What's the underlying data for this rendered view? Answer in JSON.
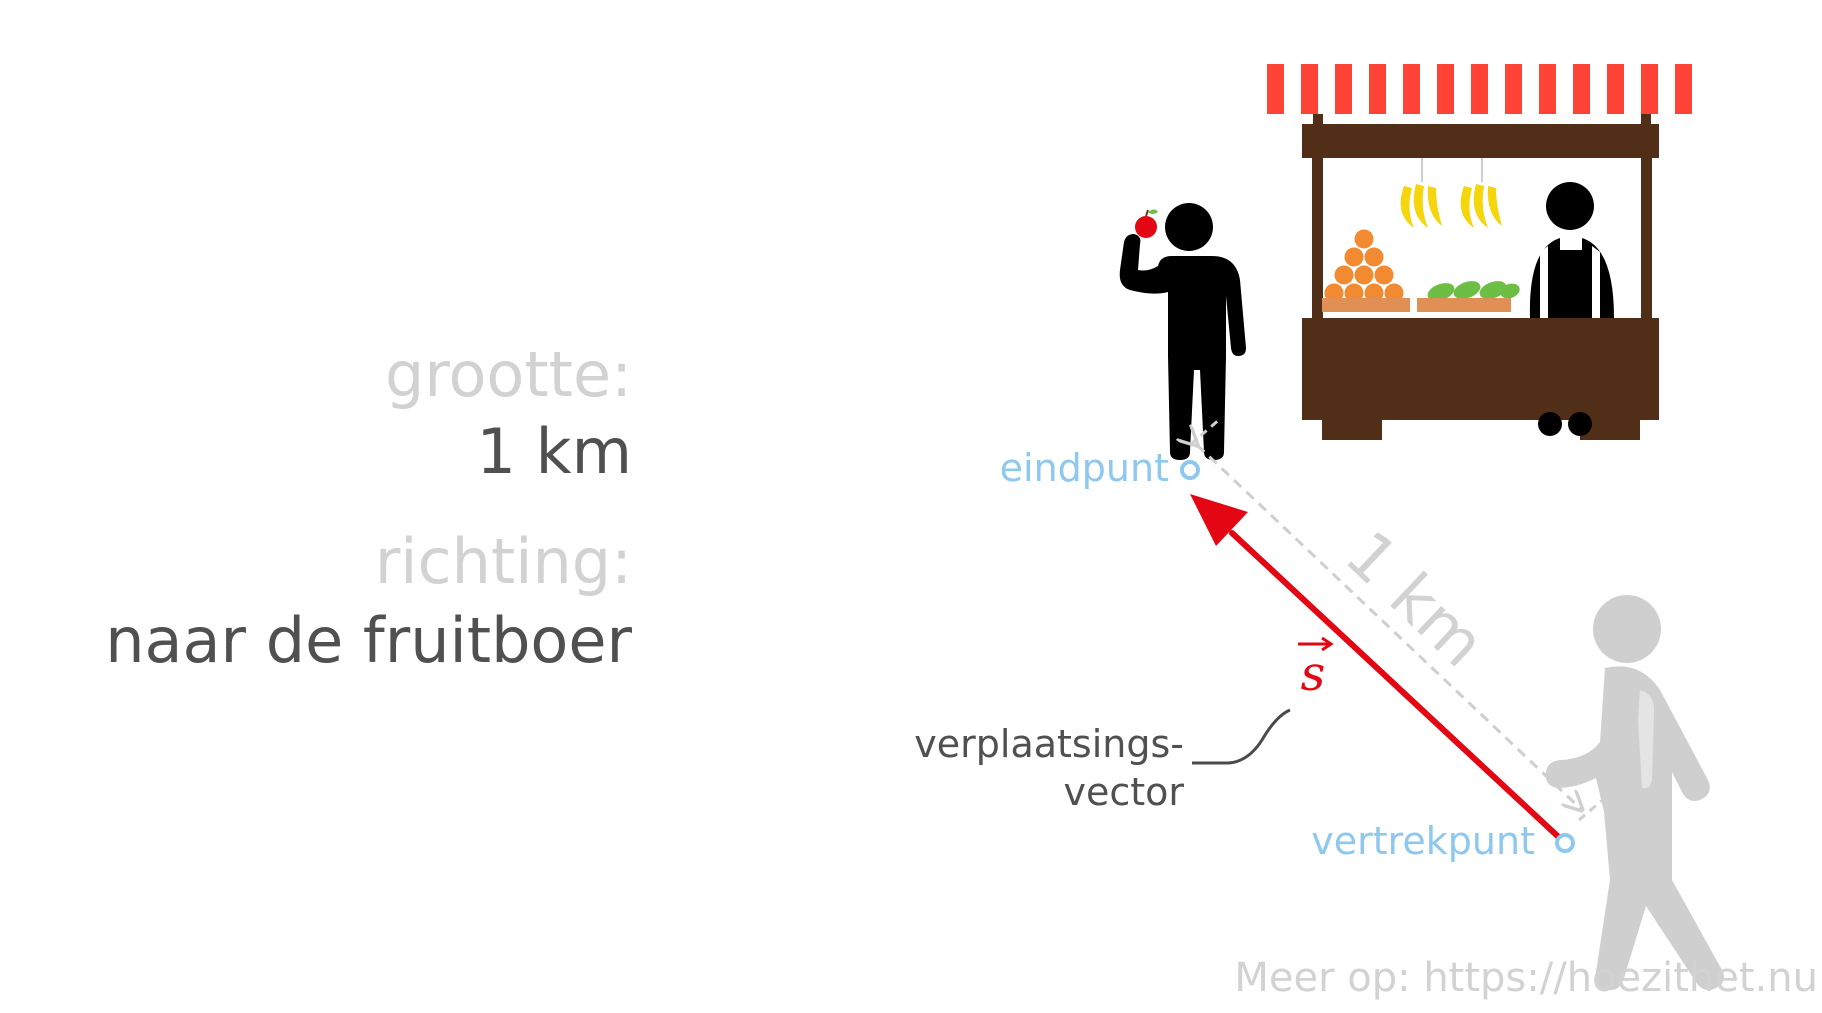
{
  "left_panel": {
    "magnitude_label": "grootte:",
    "magnitude_value": "1 km",
    "direction_label": "richting:",
    "direction_value": "naar de fruitboer"
  },
  "diagram": {
    "end_point_label": "eindpunt",
    "start_point_label": "vertrekpunt",
    "distance_label": "1 km",
    "vector_symbol": "s",
    "vector_name_line1": "verplaatsings-",
    "vector_name_line2": "vector"
  },
  "footer": {
    "credit": "Meer op: https://hoezithet.nu"
  },
  "colors": {
    "vector_red": "#e30613",
    "point_blue": "#8ec8ef",
    "light_gray": "#d2d2d2",
    "dark_gray": "#505050",
    "awning_red": "#ff4337",
    "stall_brown": "#512e17",
    "banana_yellow": "#f5d60c",
    "orange": "#f28a31",
    "green": "#6cbe45"
  },
  "icons": [
    "person-with-apple-icon",
    "fruit-stall-icon",
    "vendor-icon",
    "walking-person-icon",
    "apple-icon",
    "banana-icon",
    "orange-icon"
  ]
}
